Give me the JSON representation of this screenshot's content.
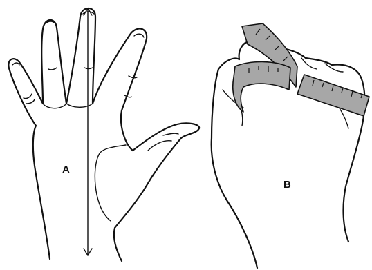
{
  "figure": {
    "panels": [
      {
        "id": "hand-length",
        "label": "A"
      },
      {
        "id": "hand-circumference",
        "label": "B"
      }
    ],
    "colors": {
      "ink": "#111111",
      "tape": "#a7a7a7",
      "background": "#ffffff"
    }
  }
}
